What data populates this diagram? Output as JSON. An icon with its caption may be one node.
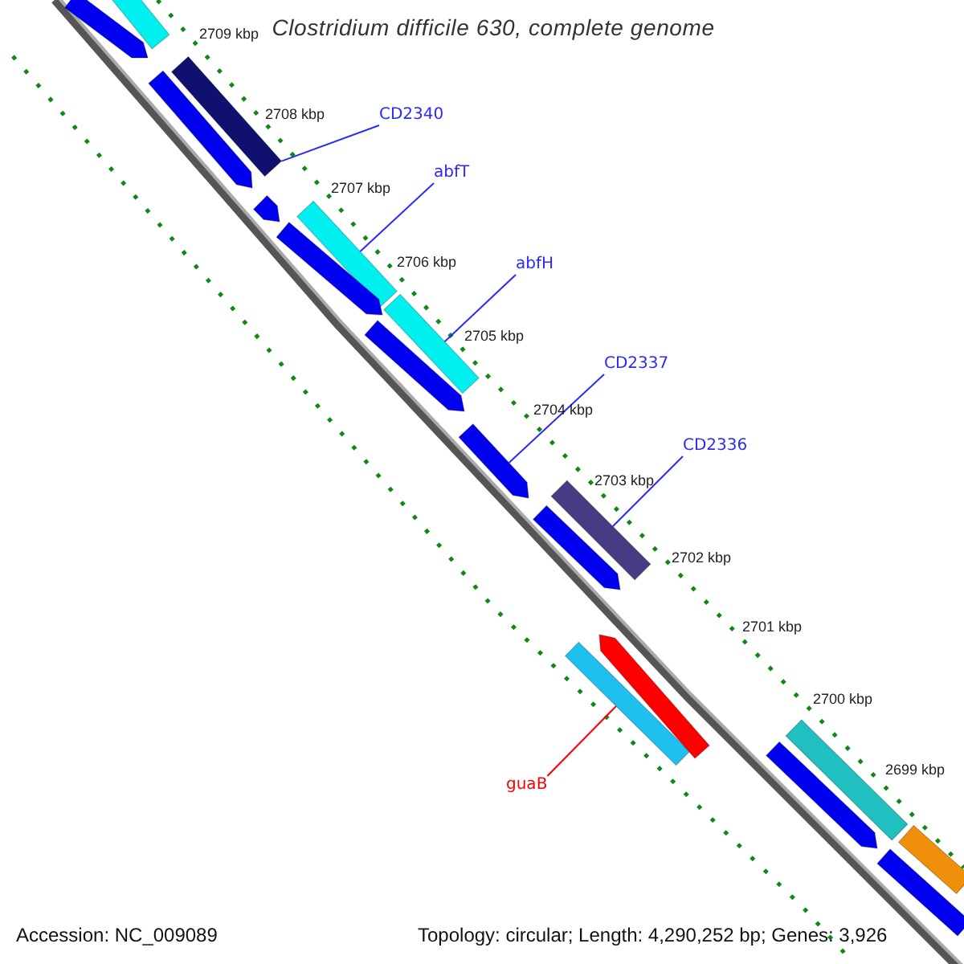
{
  "diagram": {
    "title": "Clostridium difficile 630, complete genome",
    "nodes": [
      {
        "text": [
          "CD2340"
        ]
      },
      {
        "text": [],
        "shape": "bar"
      },
      {
        "text": [
          "abfT"
        ]
      },
      {
        "text": [],
        "shape": "bar"
      },
      {
        "text": [
          "abfH"
        ]
      },
      {
        "text": [],
        "shape": "bar"
      },
      {
        "text": [
          "CD2337"
        ]
      },
      {
        "text": [],
        "shape": "bar"
      },
      {
        "text": [
          "CD2336"
        ]
      },
      {
        "text": [],
        "shape": "bar"
      },
      {
        "text": [],
        "shape": "bar"
      },
      {
        "text": [
          "guaB"
        ]
      },
      {
        "text": [],
        "shape": "bar"
      },
      {
        "text": [],
        "shape": "bar"
      },
      {
        "text": [],
        "shape": "bar"
      },
      {
        "text": [],
        "shape": "bar"
      },
      {
        "text": [],
        "shape": "bar"
      },
      {
        "text": [],
        "shape": "bar"
      },
      {
        "text": [],
        "shape": "bar"
      },
      {
        "text": [],
        "shape": "bar"
      },
      {
        "text": [],
        "shape": "bar"
      },
      {
        "text": [],
        "shape": "bar"
      },
      {
        "text": [],
        "shape": "bar"
      },
      {
        "text": [],
        "shape": "bar"
      }
    ],
    "edges": [
      {
        "from": 0,
        "to": 1,
        "arrow": "none"
      },
      {
        "from": 2,
        "to": 3,
        "arrow": "none"
      },
      {
        "from": 4,
        "to": 5,
        "arrow": "none"
      },
      {
        "from": 6,
        "to": 7,
        "arrow": "none"
      },
      {
        "from": 8,
        "to": 9,
        "arrow": "none"
      },
      {
        "from": 11,
        "to": 10,
        "arrow": "none",
        "color": "#ff0000"
      }
    ],
    "labels": [
      "2709 kbp",
      "2708 kbp",
      "2707 kbp",
      "2706 kbp",
      "2705 kbp",
      "2704 kbp",
      "2703 kbp",
      "2702 kbp",
      "2701 kbp",
      "2700 kbp",
      "2699 kbp",
      "Accession: NC_009089",
      "Topology: circular; Length: 4,290,252 bp; Genes: 3,926"
    ]
  }
}
